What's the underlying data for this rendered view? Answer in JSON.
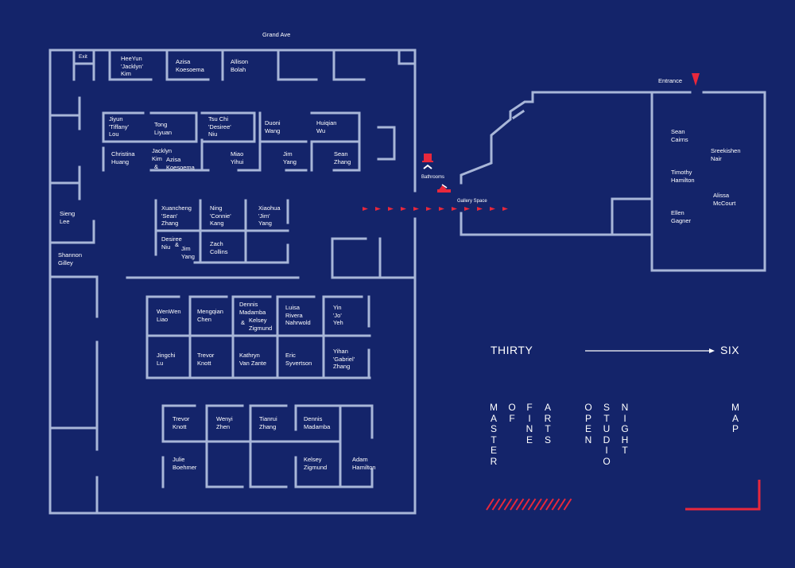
{
  "street": "Grand Ave",
  "entrance": "Entrance",
  "exit": "Exit",
  "bathrooms": "Bathrooms",
  "gallery": "Gallery Space",
  "title": {
    "left": "THIRTY",
    "right": "SIX",
    "words": [
      "MASTER",
      "OF",
      "FINE",
      "ARTS",
      "OPEN",
      "STUDIO",
      "NIGHT",
      "MAP"
    ]
  },
  "colors": {
    "background": "#14246a",
    "walls": "#a8b6d8",
    "accent": "#e8283c",
    "text": "#ffffff"
  },
  "icons": {
    "entrance": "triangle-down-icon",
    "bathrooms": "restroom-icon",
    "gallery": "gallery-icon",
    "arrow": "arrow-right-icon"
  },
  "studios": [
    "HeeYun\n'Jacklyn'\nKim",
    "Azisa\nKoesoema",
    "Allison\nBolah",
    "Jiyun\n'Tiffany'\nLou",
    "Tong\nLiyuan",
    "Tsu Chi\n'Desiree'\nNiu",
    "Duoni\nWang",
    "Huiqian\nWu",
    "Christina\nHuang",
    "Jacklyn\nKim",
    "&",
    "Azisa\nKoesoema",
    "Miao\nYihui",
    "Jim\nYang",
    "Sean\nZhang",
    "Xuancheng\n'Sean'\nZhang",
    "Ning\n'Connie'\nKang",
    "Xiaohua\n'Jim'\nYang",
    "Desiree\nNiu",
    "&",
    "Jim\nYang",
    "Zach\nCollins",
    "Sieng\nLee",
    "Shannon\nGilley",
    "WenWen\nLiao",
    "Mengqian\nChen",
    "Dennis\nMadamba",
    "&",
    "Kelsey\nZigmund",
    "Luisa\nRivera\nNahrwold",
    "Yin\n'Jo'\nYeh",
    "Jingchi\nLu",
    "Trevor\nKnott",
    "Kathryn\nVan Zante",
    "Eric\nSyvertson",
    "Yihan\n'Gabriel'\nZhang",
    "Trevor\nKnott",
    "Wenyi\nZhen",
    "Tianrui\nZhang",
    "Dennis\nMadamba",
    "Julie\nBoehmer",
    "Kelsey\nZigmund",
    "Adam\nHamilton",
    "Sean\nCairns",
    "Sreekishen\nNair",
    "Timothy\nHamilton",
    "Alissa\nMcCourt",
    "Ellen\nGagner"
  ]
}
